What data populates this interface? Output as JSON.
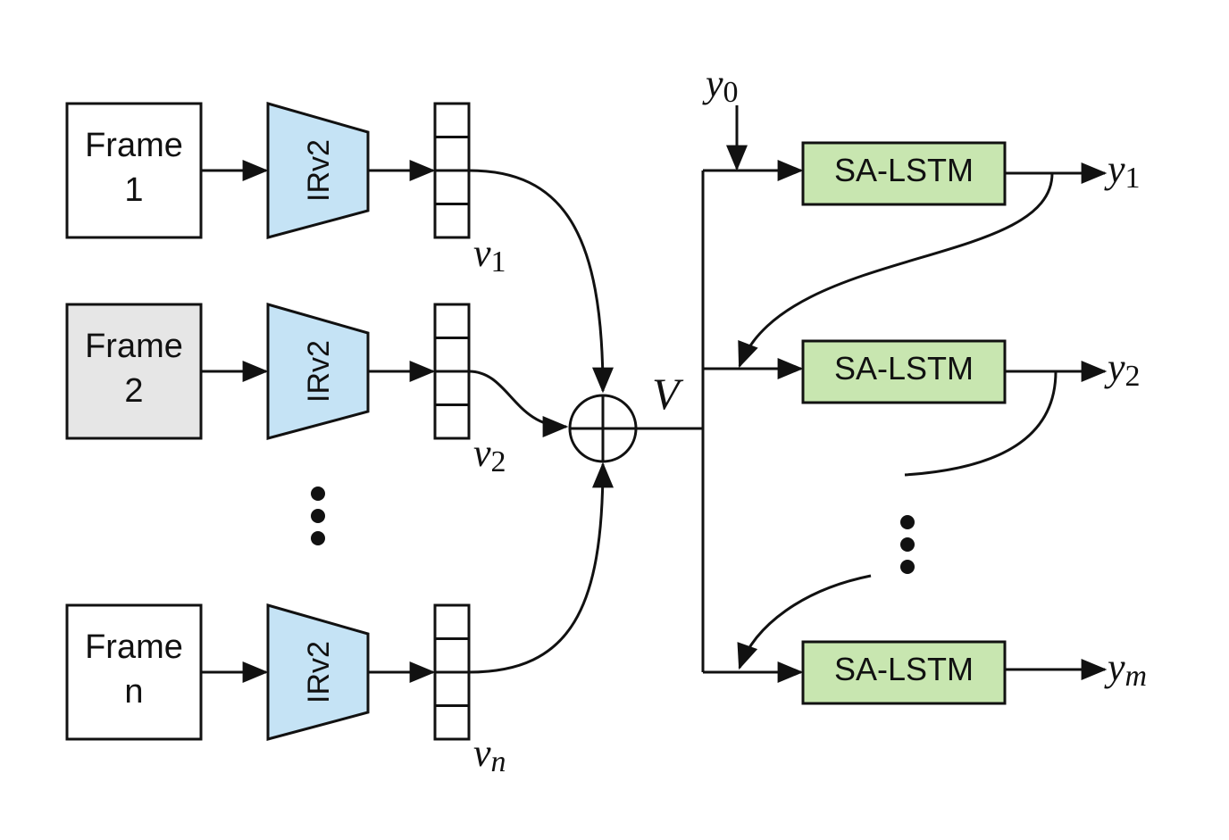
{
  "colors": {
    "frame_default": "#ffffff",
    "frame_highlight": "#e6e6e6",
    "encoder_fill": "#c5e3f5",
    "lstm_fill": "#c8e6b0",
    "line": "#111111"
  },
  "frames": [
    {
      "line1": "Frame",
      "line2": "1"
    },
    {
      "line1": "Frame",
      "line2": "2"
    },
    {
      "line1": "Frame",
      "line2": "n"
    }
  ],
  "encoder_label": "IRv2",
  "feature_vectors": [
    {
      "symbol": "v",
      "subscript": "1"
    },
    {
      "symbol": "v",
      "subscript": "2"
    },
    {
      "symbol": "v",
      "subscript": "n"
    }
  ],
  "sum_output_label": "V",
  "initial_input": {
    "symbol": "y",
    "subscript": "0"
  },
  "decoder_label": "SA-LSTM",
  "outputs": [
    {
      "symbol": "y",
      "subscript": "1"
    },
    {
      "symbol": "y",
      "subscript": "2"
    },
    {
      "symbol": "y",
      "subscript": "m"
    }
  ]
}
